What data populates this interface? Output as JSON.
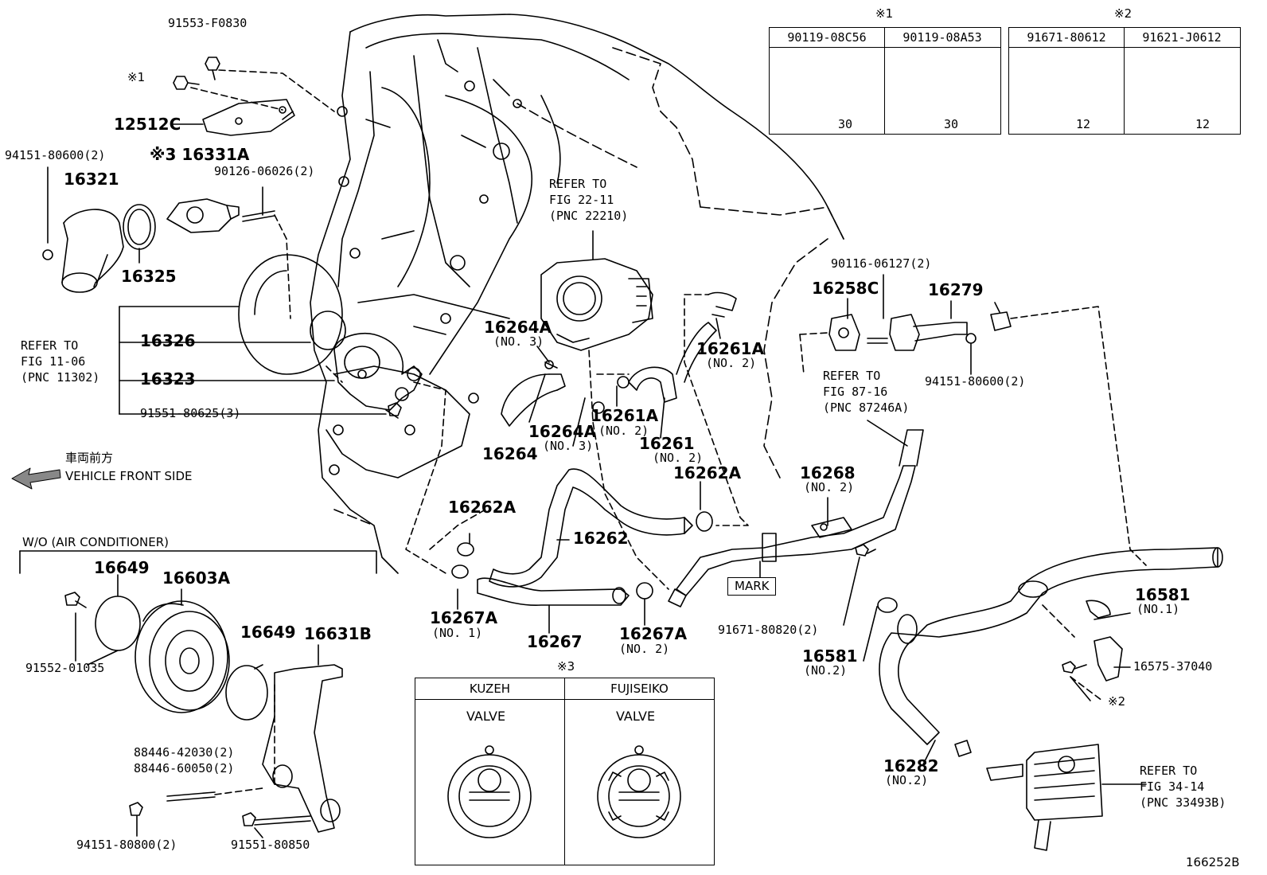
{
  "diagram": {
    "figure_id": "166252B",
    "front_side_jp": "車両前方",
    "front_side_en": "VEHICLE FRONT SIDE",
    "wo_ac": "W/O (AIR CONDITIONER)",
    "mark": "MARK",
    "refs": {
      "fig_11_06": "REFER TO\nFIG 11-06\n(PNC 11302)",
      "fig_22_11": "REFER TO\nFIG 22-11\n(PNC 22210)",
      "fig_87_16": "REFER TO\nFIG 87-16\n(PNC 87246A)",
      "fig_34_14": "REFER TO\nFIG 34-14\n(PNC 33493B)"
    },
    "parts": {
      "p91553": "91553-F0830",
      "note1_bolt": "※1",
      "p12512c": "12512C",
      "p94151_2_top": "94151-80600(2)",
      "p16331a": "※3 16331A",
      "p90126": "90126-06026(2)",
      "p16321": "16321",
      "p16325": "16325",
      "p16326": "16326",
      "p16323": "16323",
      "p91551_3": "91551-80625(3)",
      "p16264a_1": "16264A",
      "p16264a_1_no": "(NO. 3)",
      "p16264": "16264",
      "p16264a_2": "16264A",
      "p16264a_2_no": "(NO. 3)",
      "p16261a_1": "16261A",
      "p16261a_1_no": "(NO. 2)",
      "p16261a_2": "16261A",
      "p16261a_2_no": "(NO. 2)",
      "p16261": "16261",
      "p16261_no": "(NO. 2)",
      "p16262a_1": "16262A",
      "p16262a_2": "16262A",
      "p16262": "16262",
      "p16267a_1": "16267A",
      "p16267a_1_no": "(NO. 1)",
      "p16267": "16267",
      "p16267a_2": "16267A",
      "p16267a_2_no": "(NO. 2)",
      "p90116": "90116-06127(2)",
      "p16258c": "16258C",
      "p16279": "16279",
      "p94151_2_right": "94151-80600(2)",
      "p16268": "16268",
      "p16268_no": "(NO. 2)",
      "p91671_2": "91671-80820(2)",
      "p16581_1": "16581",
      "p16581_1_no": "(NO.1)",
      "p16581_2": "16581",
      "p16581_2_no": "(NO.2)",
      "p16575": "16575-37040",
      "note2_bolt": "※2",
      "p16282": "16282",
      "p16282_no": "(NO.2)",
      "p16649_1": "16649",
      "p16603a": "16603A",
      "p91552": "91552-01035",
      "p16649_2": "16649",
      "p16631b": "16631B",
      "p88446_1": "88446-42030(2)",
      "p88446_2": "88446-60050(2)",
      "p94151_bot": "94151-80800(2)",
      "p91551_bot": "91551-80850"
    },
    "bolt_table_1": {
      "note": "※1",
      "cols": [
        {
          "part": "90119-08C56",
          "len": "30"
        },
        {
          "part": "90119-08A53",
          "len": "30"
        }
      ]
    },
    "bolt_table_2": {
      "note": "※2",
      "cols": [
        {
          "part": "91671-80612",
          "len": "12"
        },
        {
          "part": "91621-J0612",
          "len": "12"
        }
      ]
    },
    "thermo_table": {
      "note": "※3",
      "cols": [
        {
          "maker": "KUZEH",
          "valve": "VALVE"
        },
        {
          "maker": "FUJISEIKO",
          "valve": "VALVE"
        }
      ]
    }
  }
}
